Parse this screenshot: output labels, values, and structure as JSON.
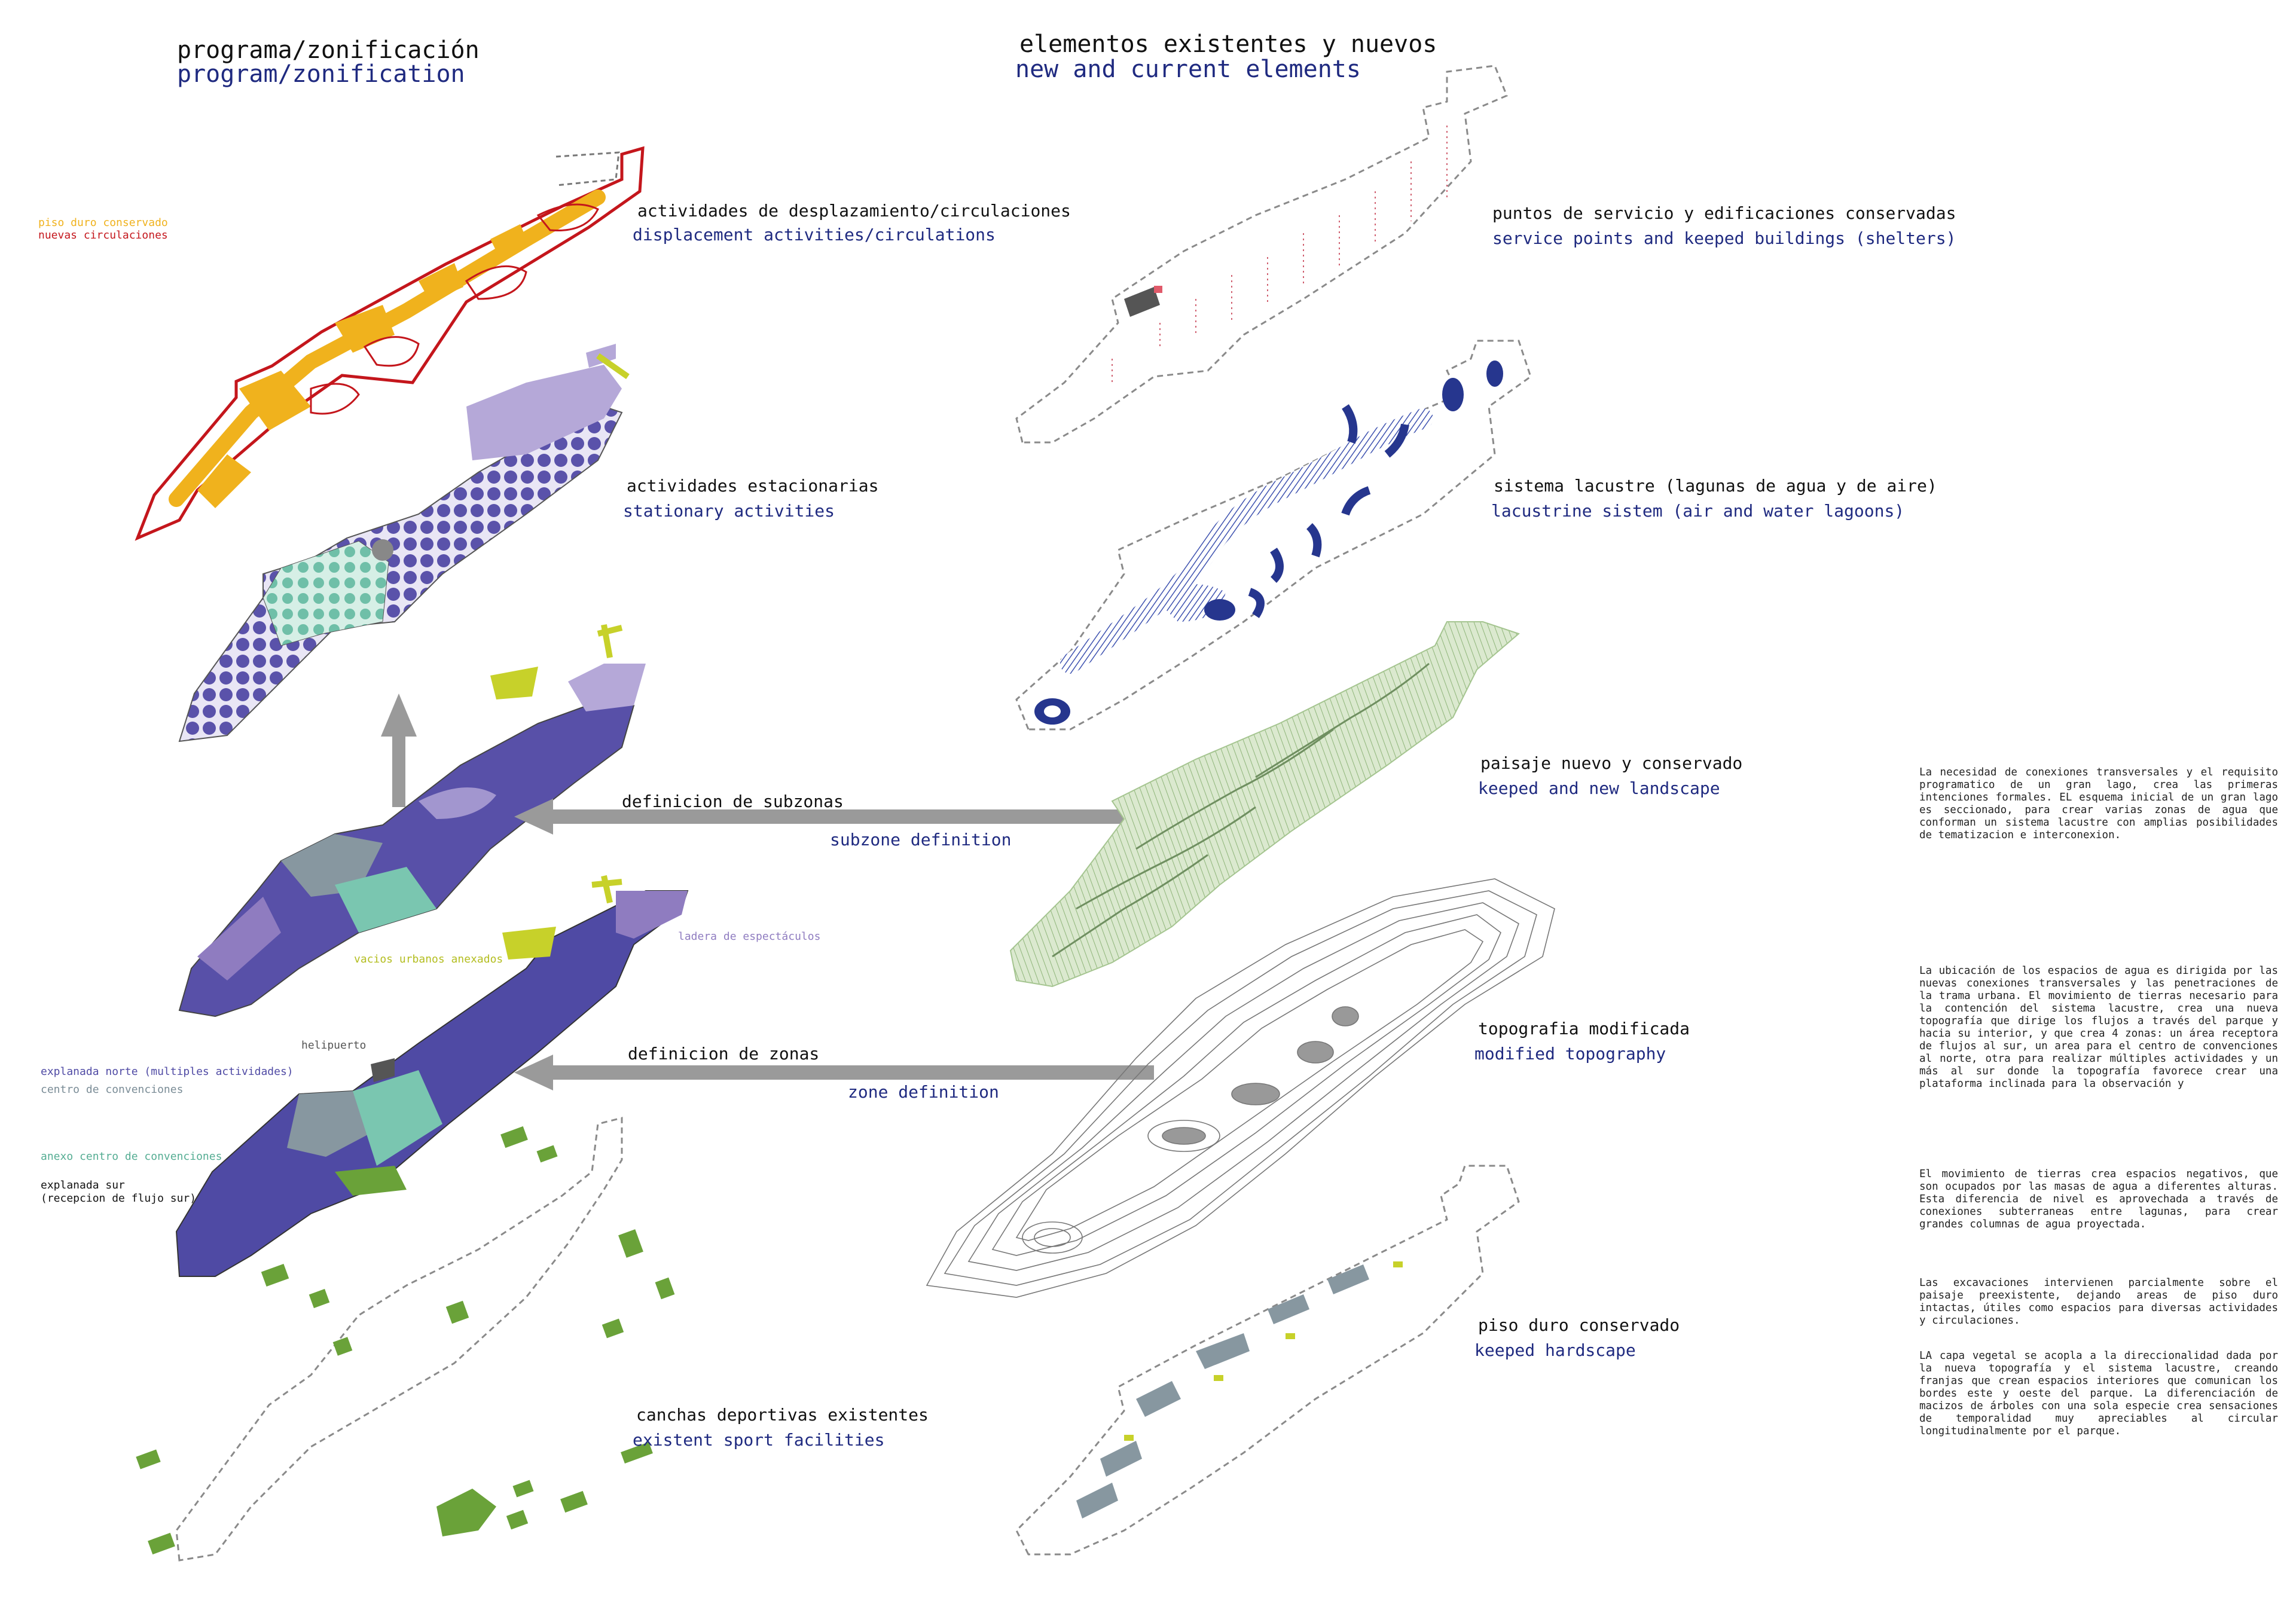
{
  "colors": {
    "english_text": "#1f2a80",
    "orange": "#f0b21d",
    "red": "#c4161c",
    "purple": "#5850a8",
    "violet": "#8f7cc0",
    "lavender": "#b5a8d8",
    "teal": "#7ac6b0",
    "slate": "#8797a0",
    "lime": "#c7d12a",
    "green": "#6aa239",
    "navy": "#26368e",
    "pale_green": "#bcd6aa",
    "grey_arrow": "#9a9a9a"
  },
  "left_title": {
    "es": "programa/zonificación",
    "en": "program/zonification"
  },
  "right_title": {
    "es": "elementos existentes y nuevos",
    "en": "new and current elements"
  },
  "left_layers": {
    "circulation": {
      "es": "actividades de desplazamiento/circulaciones",
      "en": "displacement activities/circulations"
    },
    "stationary": {
      "es": "actividades estacionarias",
      "en": "stationary activities"
    },
    "sport": {
      "es": "canchas deportivas existentes",
      "en": "existent sport facilities"
    }
  },
  "right_layers": {
    "service": {
      "es": "puntos de servicio y edificaciones conservadas",
      "en": "service points and keeped buildings (shelters)"
    },
    "lacustrine": {
      "es": "sistema lacustre (lagunas de agua y de aire)",
      "en": "lacustrine sistem (air and water lagoons)"
    },
    "landscape": {
      "es": "paisaje nuevo y conservado",
      "en": "keeped and new landscape"
    },
    "topography": {
      "es": "topografia modificada",
      "en": "modified topography"
    },
    "hardscape": {
      "es": "piso duro conservado",
      "en": "keeped hardscape"
    }
  },
  "arrows": {
    "subzones": {
      "es": "definicion de subzonas",
      "en": "subzone definition"
    },
    "zones": {
      "es": "definicion de zonas",
      "en": "zone definition"
    }
  },
  "legend_small": {
    "hard_floor": "piso duro conservado",
    "new_circ": "nuevas circulaciones",
    "ladera": "ladera de espectáculos",
    "vacios": "vacios urbanos anexados",
    "helipuerto": "helipuerto",
    "explanada_norte": "explanada norte (multiples actividades)",
    "centro": "centro de convenciones",
    "anexo": "anexo centro de convenciones",
    "explanada_sur_1": "explanada sur",
    "explanada_sur_2": "(recepcion de flujo sur)"
  },
  "paragraphs": {
    "p1": "La necesidad de conexiones transversales y el requisito programatico de un gran lago, crea las primeras intenciones formales.  EL esquema inicial de un gran lago es seccionado, para crear varias zonas de agua que conforman un sistema lacustre con amplias posibilidades de tematizacion e interconexion.",
    "p2": "La ubicación de los espacios de agua es dirigida por las nuevas conexiones transversales y las penetraciones de la trama urbana.  El movimiento de tierras necesario para la contención del sistema lacustre, crea una nueva topografía  que dirige los flujos a través del parque y hacia su interior, y que crea 4 zonas: un área receptora de flujos al sur, un area para el centro de convenciones al norte, otra para realizar múltiples actividades y un más al sur donde la topografía favorece crear una plataforma inclinada para la observación y",
    "p3": "El movimiento de tierras crea espacios negativos, que son ocupados por las masas de agua a diferentes alturas.  Esta diferencia de nivel es aprovechada a través de conexiones subterraneas entre lagunas, para crear grandes columnas de agua proyectada.",
    "p4": "Las excavaciones intervienen parcialmente sobre el paisaje preexistente, dejando areas de piso duro intactas, útiles como espacios para diversas actividades y circulaciones.",
    "p5": "LA capa vegetal se acopla a la direccionalidad dada por la nueva topografía y el sistema lacustre, creando franjas que crean espacios interiores que comunican los bordes este y oeste del parque.  La diferenciación de macizos de árboles con una sola especie crea sensaciones de temporalidad muy apreciables al circular longitudinalmente por el parque."
  }
}
